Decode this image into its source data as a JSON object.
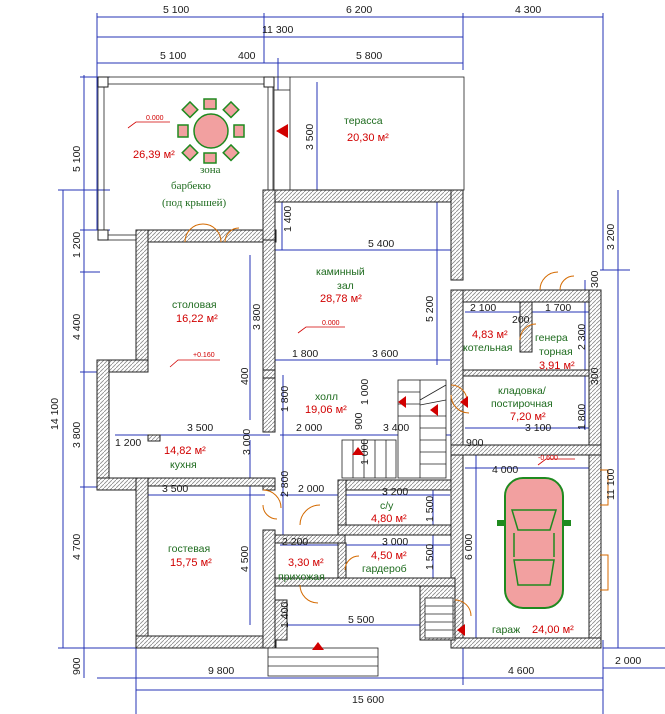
{
  "dimensions": {
    "top_row1": [
      "5 100",
      "6 200",
      "4 300"
    ],
    "top_row2": [
      "11 300"
    ],
    "top_row3": [
      "5 100",
      "400",
      "5 800"
    ],
    "left_outer": [
      "14 100"
    ],
    "left_inner": [
      "5 100",
      "1 200",
      "4 400",
      "3 800",
      "4 700",
      "900"
    ],
    "right_outer": [
      "3 200",
      "11 100"
    ],
    "right_inner": [
      "300",
      "2 300",
      "300",
      "1 800"
    ],
    "right_side": [
      "2 000"
    ],
    "bottom_row1": [
      "9 800",
      "4 600"
    ],
    "bottom_row2": [
      "15 600"
    ],
    "interior": [
      "3 500",
      "1 400",
      "5 400",
      "5 200",
      "2 100",
      "1 700",
      "200",
      "3 800",
      "1 800",
      "3 600",
      "400",
      "1 800",
      "3 500",
      "1 200",
      "3 000",
      "2 000",
      "3 400",
      "1 000",
      "900",
      "1 000",
      "3 100",
      "900",
      "4 000",
      "2 800",
      "2 000",
      "3 200",
      "1 500",
      "3 500",
      "2 200",
      "3 000",
      "1 500",
      "6 000",
      "4 500",
      "1 400",
      "5 500"
    ]
  },
  "rooms": [
    {
      "name": "терасса",
      "area": "20,30 м²"
    },
    {
      "name": "зона барбекю",
      "name2": "(под крышей)",
      "area": "26,39 м²"
    },
    {
      "name": "каминный",
      "name2": "зал",
      "area": "28,78 м²"
    },
    {
      "name": "столовая",
      "area": "16,22 м²"
    },
    {
      "name": "котельная",
      "area": "4,83 м²"
    },
    {
      "name": "генера",
      "name2": "торная",
      "area": "3,91 м²"
    },
    {
      "name": "холл",
      "area": "19,06 м²"
    },
    {
      "name": "кладовка/",
      "name2": "постирочная",
      "area": "7,20 м²"
    },
    {
      "name": "кухня",
      "area": "14,82 м²"
    },
    {
      "name": "с/у",
      "area": "4,80 м²"
    },
    {
      "name": "гостевая",
      "area": "15,75 м²"
    },
    {
      "name": "прихожая",
      "area": "3,30 м²"
    },
    {
      "name": "гардероб",
      "area": "4,50 м²"
    },
    {
      "name": "гараж",
      "area": "24,00 м²"
    }
  ],
  "levels": [
    "0.000",
    "0.000",
    "+0.160",
    "-0.600"
  ],
  "colors": {
    "wall_hatch": "#9a9a9a",
    "dimension_line": "#2433b5",
    "door": "#d46a00",
    "room_name": "#1e6b1e",
    "room_area": "#d10000",
    "furniture_green": "#1f8a1f",
    "furniture_pink": "#f2a0a0"
  }
}
